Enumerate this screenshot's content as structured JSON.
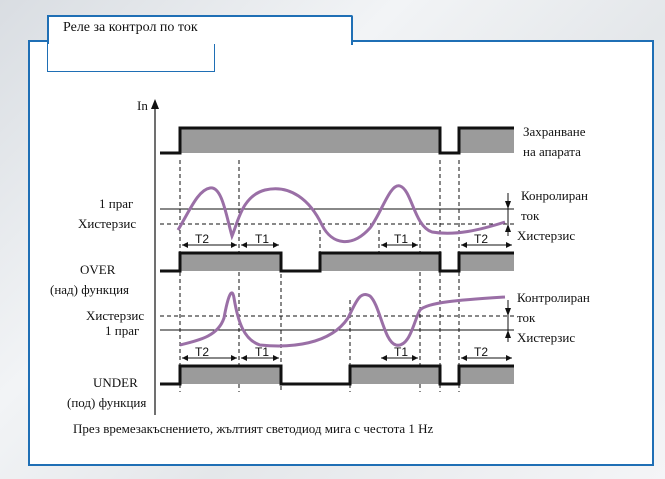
{
  "title": "Реле за контрол по ток",
  "axis_label": "In",
  "labels": {
    "storage": [
      "Захранване",
      "на апарата"
    ],
    "threshold_top": "1 праг",
    "hysteresis_top": "Хистерзис",
    "controlled_top": [
      "Конролиран",
      "ток"
    ],
    "hysteresis_right_top": "Хистерзис",
    "over": [
      "OVER",
      "(над) функция"
    ],
    "controlled_bottom": [
      "Контролиран",
      "ток"
    ],
    "hysteresis_bottom": "Хистерзис",
    "threshold_bottom": "1 праг",
    "hysteresis_right_bottom": "Хистерзис",
    "under": [
      "UNDER",
      "(под) функция"
    ]
  },
  "timing_labels": {
    "over": [
      "T2",
      "T1",
      "T1",
      "T2"
    ],
    "under": [
      "T2",
      "T1",
      "T1",
      "T2"
    ]
  },
  "caption": "През времезакъснението, жълтият светодиод мига с честота 1 Hz",
  "colors": {
    "frame": "#1f6fb5",
    "curve": "#9a6fa6",
    "fill": "#9b9b9b",
    "line": "#111111"
  }
}
